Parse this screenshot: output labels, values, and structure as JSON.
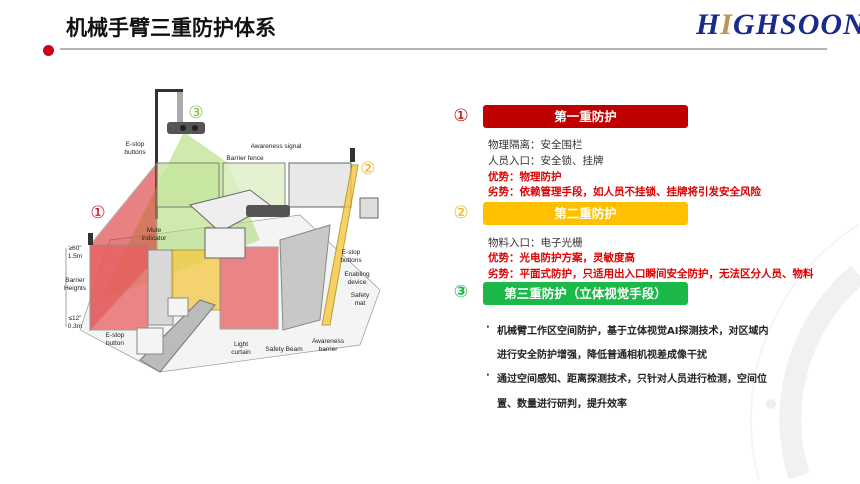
{
  "header": {
    "title": "机械手臂三重防护体系",
    "logo_text": "HIGHSOON",
    "logo_parts": [
      "H",
      "I",
      "GHSOON"
    ]
  },
  "colors": {
    "red": "#c00000",
    "yellow": "#ffc000",
    "green": "#1db84a",
    "navy": "#1a2a8a"
  },
  "diagram": {
    "markers": [
      "①",
      "②",
      "③"
    ],
    "labels": {
      "estop_buttons_top": [
        "E-stop",
        "buttons"
      ],
      "awareness_signal": "Awareness signal",
      "barrier_fence": "Barrier fence",
      "mute_indicator": [
        "Mute",
        "indicator"
      ],
      "height_top": [
        "≥60\"",
        "1.5m"
      ],
      "barrier_heights": [
        "Barrier",
        "Heights"
      ],
      "height_bottom": [
        "≤12\"",
        "0.3m"
      ],
      "estop_button": [
        "E-stop",
        "button"
      ],
      "light_curtain": [
        "Light",
        "curtain"
      ],
      "safety_beam": "Safety Beam",
      "awareness_barrier": [
        "Awareness",
        "barrier"
      ],
      "estop_buttons_right": [
        "E-stop",
        "buttons"
      ],
      "enabling_device": [
        "Enabling",
        "device"
      ],
      "safety_mat": [
        "Safety",
        "mat"
      ]
    }
  },
  "levels": [
    {
      "marker": "①",
      "title": "第一重防护",
      "lines": [
        "物理隔离：安全围栏",
        "人员入口：安全锁、挂牌"
      ],
      "advantage": "优势：物理防护",
      "disadvantage": "劣势：依赖管理手段，如人员不挂锁、挂牌将引发安全风险"
    },
    {
      "marker": "②",
      "title": "第二重防护",
      "lines": [
        "物料入口：电子光栅"
      ],
      "advantage": "优势：光电防护方案，灵敏度高",
      "disadvantage": "劣势：平面式防护，只适用出入口瞬间安全防护，无法区分人员、物料"
    },
    {
      "marker": "③",
      "title": "第三重防护（立体视觉手段）",
      "bullets": [
        [
          "机械臂工作区空间防护，基于立体视觉AI探测技术，对区域内",
          "进行安全防护增强，降低普通相机视差成像干扰"
        ],
        [
          "通过空间感知、距离探测技术，只针对人员进行检测，空间位",
          "置、数量进行研判，提升效率"
        ]
      ]
    }
  ]
}
